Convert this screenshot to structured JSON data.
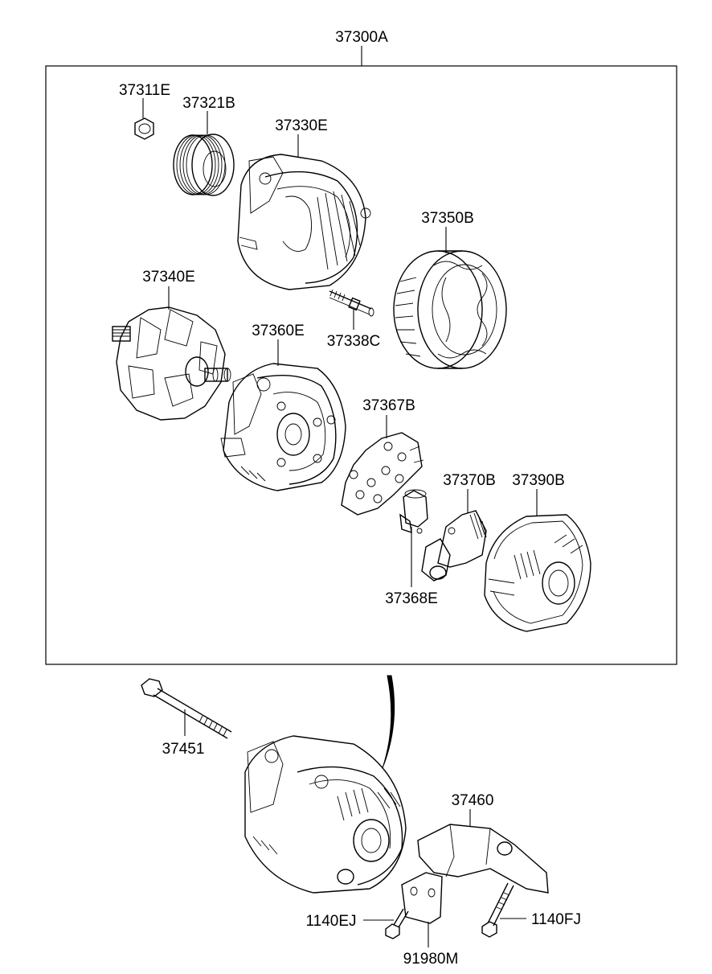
{
  "labels": {
    "assembly": "37300A",
    "nut": "37311E",
    "pulley": "37321B",
    "front_bracket": "37330E",
    "stud_bolt": "37338C",
    "rotor": "37340E",
    "stator": "37350B",
    "rear_bracket": "37360E",
    "rectifier": "37367B",
    "brush_holder": "37368E",
    "regulator": "37370B",
    "rear_cover": "37390B",
    "mounting_bolt": "37451",
    "bracket": "37460",
    "bolt_left": "1140EJ",
    "bolt_right": "1140FJ",
    "plate": "91980M"
  }
}
